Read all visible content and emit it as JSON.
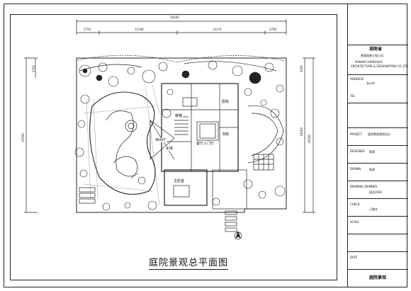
{
  "drawing": {
    "title": "庭院景观总平面图"
  },
  "dimensions": {
    "overall_top": "30240",
    "top_segments": [
      "2750",
      "11546",
      "12174",
      "2780"
    ],
    "left_overall": "25590",
    "left_upper": "2750",
    "right_upper": "3000",
    "right_overall": "33540",
    "right_mid": "19000"
  },
  "rooms": {
    "upper_hall": "厨房",
    "room_a": "车库",
    "living": "客厅入门厅",
    "room_b": "主卧室",
    "stair": "楼梯",
    "pool_hall": "休闲厅",
    "side": "书房"
  },
  "title_block": {
    "company_cn": "湖南省",
    "company_cn2": "景观园林工程公司",
    "company_en": "HUNAN CHANGSHA",
    "company_en2": "ARCHITECTURE & DESIGNATION CO.,LTD",
    "address_label": "ADDRESS",
    "address_value": "长沙市",
    "tel_label": "TEL",
    "project_label": "PROJECT",
    "project_value": "庭院景观规划设计",
    "designer_label": "DESIGNER",
    "designer_value": "陈燕",
    "drawn_label": "DRAWN",
    "drawn_value": "陈燕",
    "drawing_number_label": "DRAWING NUMBER",
    "drawing_number_value": "园艺2002",
    "check_label": "CHECK",
    "check_value": "王晓文",
    "scale_label": "SCALE",
    "date_label": "DATE",
    "sheet_label": "庭院景观"
  }
}
